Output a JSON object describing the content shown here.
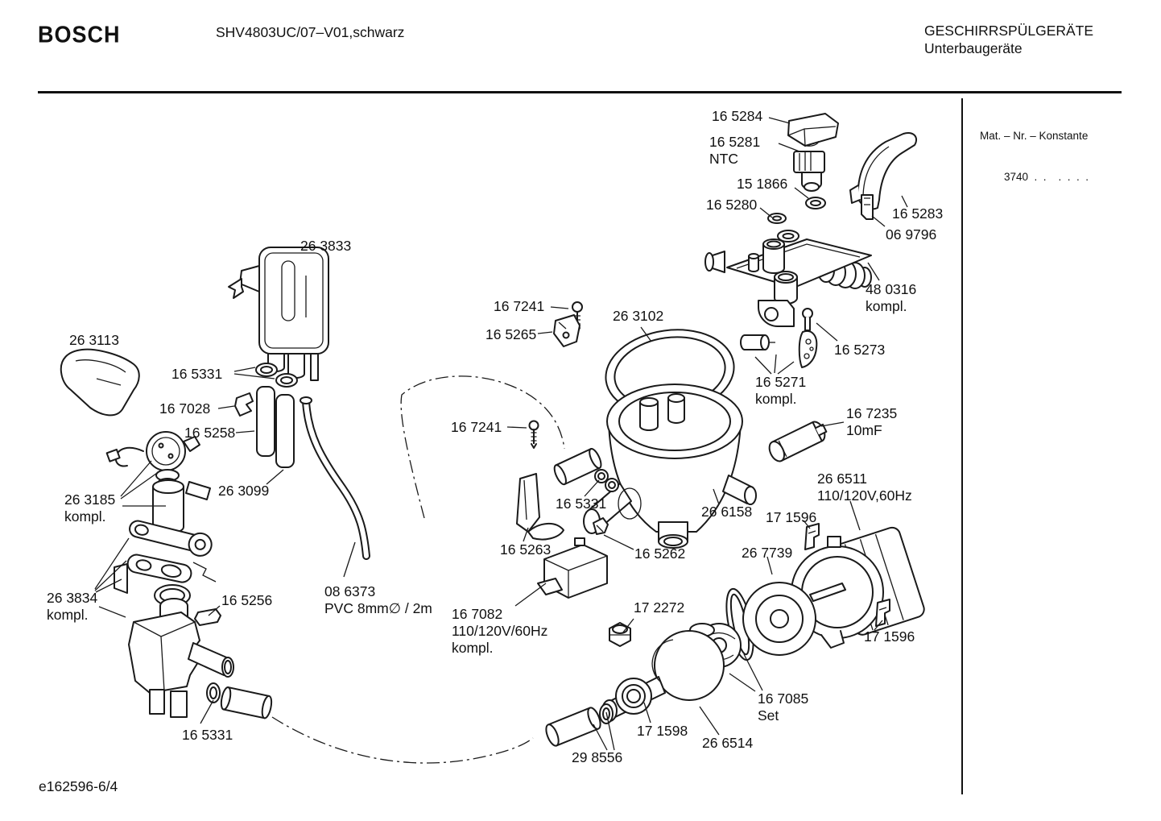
{
  "header": {
    "brand": "BOSCH",
    "model": "SHV4803UC/07–V01,schwarz",
    "product_line": "GESCHIRRSPÜLGERÄTE",
    "product_sub": "Unterbaugeräte"
  },
  "ref_box": {
    "line1": "Mat. – Nr. – Konstante",
    "line2": "3740  .  .    .  .  .  ."
  },
  "footer": {
    "doc_ref": "e162596-6/4"
  },
  "parts": {
    "p165284": {
      "l1": "16 5284"
    },
    "p165281": {
      "l1": "16 5281",
      "l2": "NTC"
    },
    "p151866": {
      "l1": "15 1866"
    },
    "p165280": {
      "l1": "16 5280"
    },
    "p165283": {
      "l1": "16 5283"
    },
    "p069796": {
      "l1": "06 9796"
    },
    "p480316": {
      "l1": "48 0316",
      "l2": "kompl."
    },
    "p165273": {
      "l1": "16 5273"
    },
    "p165271": {
      "l1": "16 5271",
      "l2": "kompl."
    },
    "p167235": {
      "l1": "16 7235",
      "l2": "10mF"
    },
    "p266511": {
      "l1": "26 6511",
      "l2": "110/120V,60Hz"
    },
    "p171596a": {
      "l1": "17 1596"
    },
    "p267739": {
      "l1": "26 7739"
    },
    "p171596b": {
      "l1": "17 1596"
    },
    "p167085": {
      "l1": "16 7085",
      "l2": "Set"
    },
    "p266514": {
      "l1": "26 6514"
    },
    "p171598": {
      "l1": "17 1598"
    },
    "p298556": {
      "l1": "29 8556"
    },
    "p172272": {
      "l1": "17 2272"
    },
    "p167082": {
      "l1": "16 7082",
      "l2": "110/120V/60Hz",
      "l3": "kompl."
    },
    "p165262": {
      "l1": "16 5262"
    },
    "p165263": {
      "l1": "16 5263"
    },
    "p266158": {
      "l1": "26 6158"
    },
    "p165331c": {
      "l1": "16 5331"
    },
    "p263102": {
      "l1": "26 3102"
    },
    "p167241a": {
      "l1": "16 7241"
    },
    "p165265": {
      "l1": "16 5265"
    },
    "p167241b": {
      "l1": "16 7241"
    },
    "p263833": {
      "l1": "26 3833"
    },
    "p263113": {
      "l1": "26 3113"
    },
    "p165331a": {
      "l1": "16 5331"
    },
    "p167028": {
      "l1": "16 7028"
    },
    "p165258": {
      "l1": "16 5258"
    },
    "p263099": {
      "l1": "26 3099"
    },
    "p263185": {
      "l1": "26 3185",
      "l2": "kompl."
    },
    "p263834": {
      "l1": "26 3834",
      "l2": "kompl."
    },
    "p165256": {
      "l1": "16 5256"
    },
    "p165331b": {
      "l1": "16 5331"
    },
    "p086373": {
      "l1": "08 6373",
      "l2": "PVC 8mm∅ / 2m"
    }
  }
}
